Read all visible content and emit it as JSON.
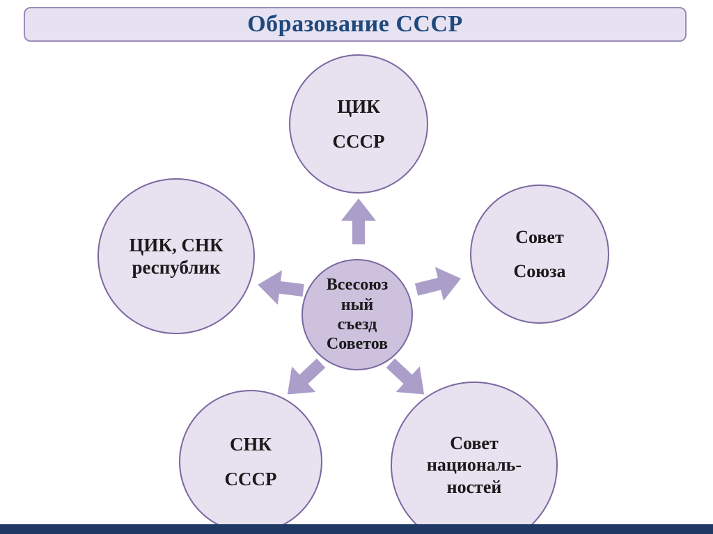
{
  "title": "Образование СССР",
  "diagram": {
    "center": {
      "line1": "Всесоюз",
      "line2": "ный",
      "line3": "съезд",
      "line4": "Советов"
    },
    "top": {
      "line1": "ЦИК",
      "line2": "СССР"
    },
    "left": {
      "line1": "ЦИК, СНК",
      "line2": "республик"
    },
    "right": {
      "line1": "Совет",
      "line2": "Союза"
    },
    "bottom_left": {
      "line1": "СНК",
      "line2": "СССР"
    },
    "bottom_right": {
      "line1": "Совет",
      "line2": "националь-",
      "line3": "ностей"
    }
  },
  "colors": {
    "title_text": "#1F497D",
    "panel_fill": "#E7E2F1",
    "panel_border": "#9A8CB8",
    "circle_fill": "#E7E1F0",
    "circle_border": "#7B68A0",
    "center_circle_fill": "#CDC1DE",
    "arrow_fill": "#AB9FC9",
    "footer_bar": "#1F3864",
    "node_text": "#1A1A1A"
  }
}
